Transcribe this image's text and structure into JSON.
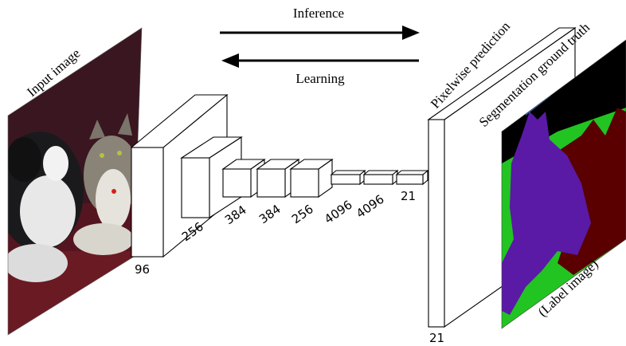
{
  "arrows": {
    "inference_label": "Inference",
    "learning_label": "Learning"
  },
  "input": {
    "label": "Input image"
  },
  "layers": [
    {
      "size_label": "96"
    },
    {
      "size_label": "256"
    },
    {
      "size_label": "384"
    },
    {
      "size_label": "384"
    },
    {
      "size_label": "256"
    },
    {
      "size_label": "4096"
    },
    {
      "size_label": "4096"
    },
    {
      "size_label": "21"
    }
  ],
  "prediction": {
    "label": "Pixelwise prediction",
    "size_label": "21"
  },
  "ground_truth": {
    "label": "Segmentation ground truth",
    "caption": "(Label image)"
  },
  "colors": {
    "box_stroke": "#000000",
    "box_fill": "#ffffff",
    "seg_background": "#000000",
    "seg_green": "#22c422",
    "seg_purple": "#5a1aa6",
    "seg_dark_red": "#5a0000",
    "seg_blue": "#2a5ea8",
    "photo_bg": "#3a1620",
    "photo_sofa": "#6a1a22"
  }
}
